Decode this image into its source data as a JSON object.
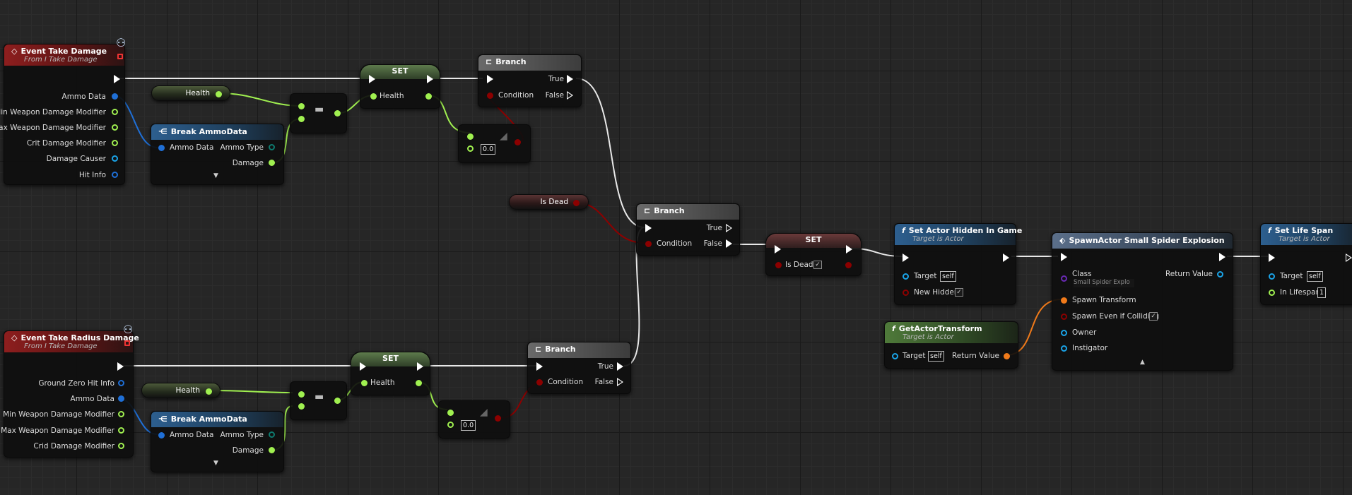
{
  "event_take_damage": {
    "title": "Event Take Damage",
    "subtitle": "From I Take Damage",
    "pins": [
      "Ammo Data",
      "Min Weapon Damage Modifier",
      "Max Weapon Damage Modifier",
      "Crit Damage Modifier",
      "Damage Causer",
      "Hit Info"
    ]
  },
  "event_take_radius_damage": {
    "title": "Event Take Radius Damage",
    "subtitle": "From I Take Damage",
    "pins": [
      "Ground Zero Hit Info",
      "Ammo Data",
      "Min Weapon Damage Modifier",
      "Max Weapon Damage Modifier",
      "Crid Damage Modifier"
    ]
  },
  "health_var_label": "Health",
  "isdead_var_label": "Is Dead",
  "break_ammo_top": {
    "title": "Break AmmoData",
    "in_pin": "Ammo Data",
    "out_pins": [
      "Ammo Type",
      "Damage"
    ]
  },
  "break_ammo_bottom": {
    "title": "Break AmmoData",
    "in_pin": "Ammo Data",
    "out_pins": [
      "Ammo Type",
      "Damage"
    ]
  },
  "set_label": "SET",
  "set_health_pin": "Health",
  "set_isdead_pin": "Is Dead",
  "compare_default_top": "0.0",
  "compare_default_bottom": "0.0",
  "branch": {
    "title": "Branch",
    "condition": "Condition",
    "true_label": "True",
    "false_label": "False"
  },
  "set_actor_hidden": {
    "title": "Set Actor Hidden In Game",
    "subtitle": "Target is Actor",
    "target": "Target",
    "target_default": "self",
    "new_hidden": "New Hidden"
  },
  "get_actor_transform": {
    "title": "GetActorTransform",
    "subtitle": "Target is Actor",
    "target": "Target",
    "target_default": "self",
    "return_value": "Return Value"
  },
  "spawn_actor": {
    "title": "SpawnActor Small Spider Explosion",
    "class": "Class",
    "class_value": "Small Spider Explo",
    "return_value": "Return Value",
    "spawn_transform": "Spawn Transform",
    "spawn_even": "Spawn Even if Colliding",
    "owner": "Owner",
    "instigator": "Instigator"
  },
  "set_life_span": {
    "title": "Set Life Span",
    "subtitle": "Target is Actor",
    "target": "Target",
    "target_default": "self",
    "in_lifespan": "In Lifespan",
    "lifespan_value": "1"
  },
  "icons": [
    "event-diamond-icon",
    "function-f-icon",
    "branch-icon",
    "break-struct-icon",
    "spawn-icon",
    "network-replicate-icon",
    "expand-arrow-icon",
    "checkbox-icon"
  ],
  "colors": {
    "exec": "#ffffff",
    "float": "#a0f050",
    "bool": "#8c0000",
    "struct_blue": "#1f6fd6",
    "object": "#1aa4e8",
    "transform": "#f07a1a",
    "class": "#6a2ab5",
    "event_header": "#8e1e1e",
    "function_header": "#2d5f8f",
    "pure_header": "#4f7a3a"
  }
}
